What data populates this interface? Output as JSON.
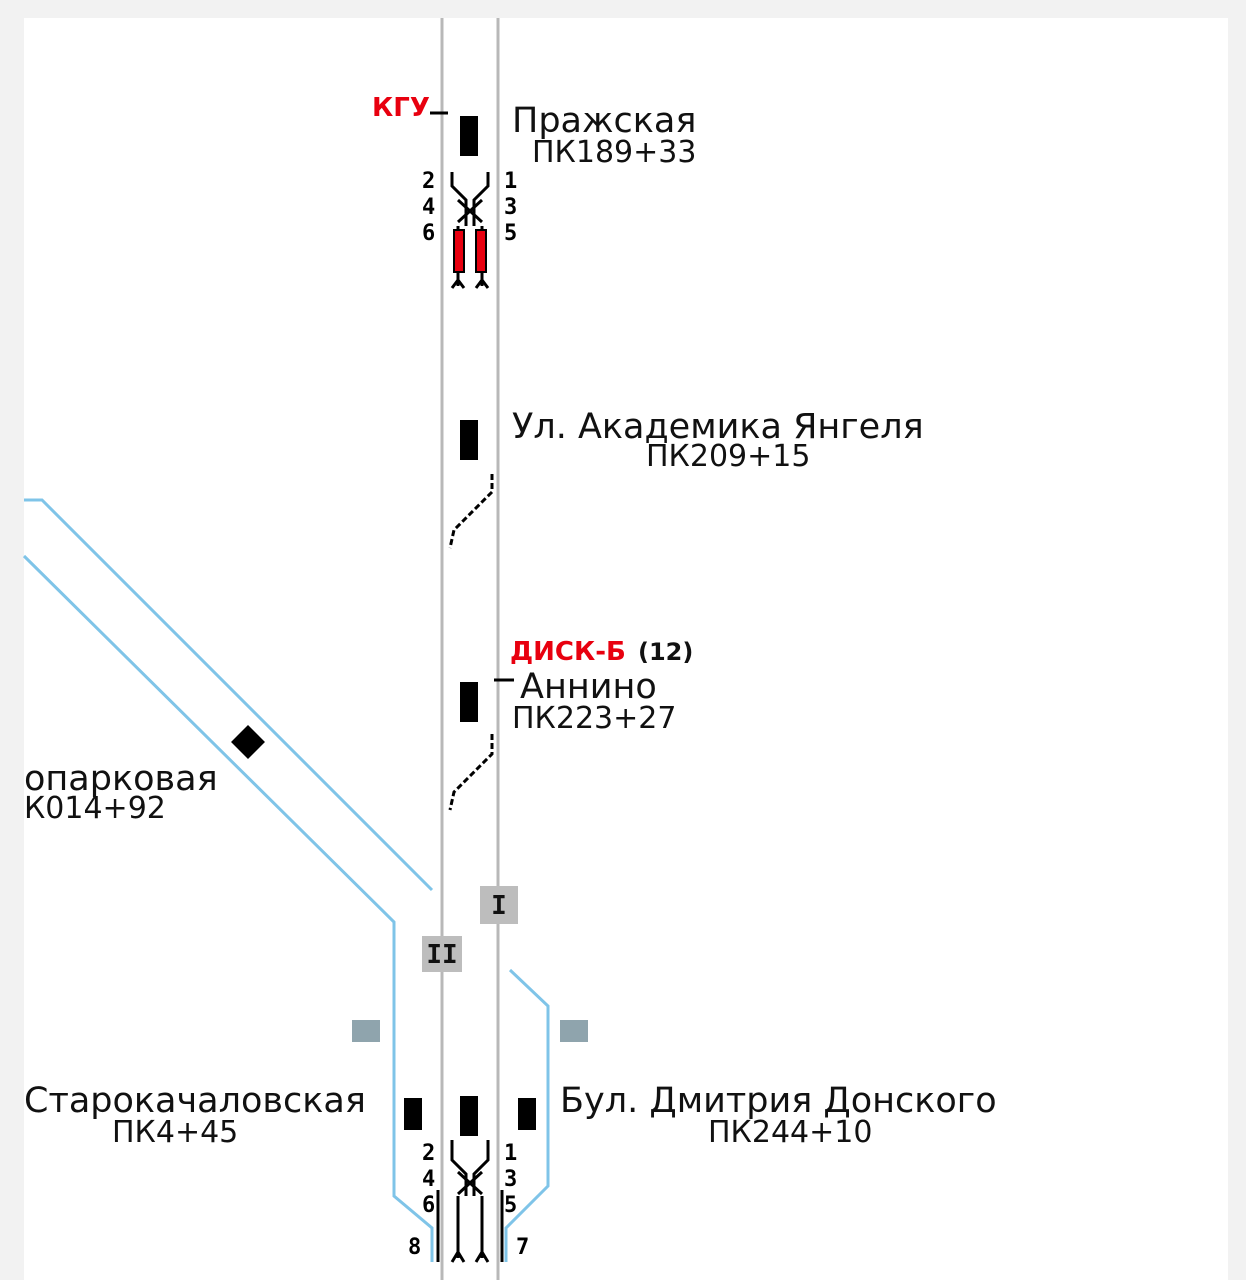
{
  "colors": {
    "track": "#b8b8b8",
    "branch": "#7fc4e8",
    "signal": "#000000",
    "alert": "#e8000f",
    "track_box": "#bdbdbd",
    "platform_marker": "#8fa4ad"
  },
  "stations": {
    "prazhskaya": {
      "name": "Пражская",
      "pk": "ПК189+33"
    },
    "yangelya": {
      "name": "Ул. Академика Янгеля",
      "pk": "ПК209+15"
    },
    "annino": {
      "name": "Аннино",
      "pk": "ПК223+27"
    },
    "lesoparkovaya": {
      "name": "опарковая",
      "pk": "К014+92"
    },
    "starokachalovskaya": {
      "name": "Старокачаловская",
      "pk": "ПК4+45"
    },
    "dmitriya_donskogo": {
      "name": "Бул. Дмитрия Донского",
      "pk": "ПК244+10"
    }
  },
  "indicators": {
    "kgu": "КГУ",
    "disk_b": "ДИСК-Б",
    "disk_b_count": "(12)"
  },
  "switch_numbers": {
    "top_left": [
      "2",
      "4",
      "6"
    ],
    "top_right": [
      "1",
      "3",
      "5"
    ],
    "bottom_left": [
      "2",
      "4",
      "6",
      "8"
    ],
    "bottom_right": [
      "1",
      "3",
      "5",
      "7"
    ]
  },
  "track_labels": {
    "track_1": "I",
    "track_2": "II"
  }
}
